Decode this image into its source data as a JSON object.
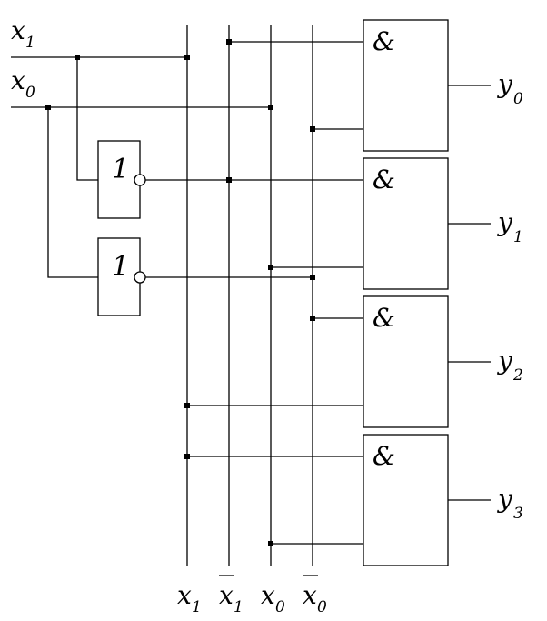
{
  "inputs": {
    "x1": {
      "main": "x",
      "sub": "1"
    },
    "x0": {
      "main": "x",
      "sub": "0"
    }
  },
  "inverters": {
    "symbol": "1"
  },
  "and_gates": {
    "symbol": "&"
  },
  "outputs": [
    {
      "main": "y",
      "sub": "0"
    },
    {
      "main": "y",
      "sub": "1"
    },
    {
      "main": "y",
      "sub": "2"
    },
    {
      "main": "y",
      "sub": "3"
    }
  ],
  "bus_labels": [
    {
      "main": "x",
      "sub": "1",
      "overline": false
    },
    {
      "main": "x",
      "sub": "1",
      "overline": true
    },
    {
      "main": "x",
      "sub": "0",
      "overline": false
    },
    {
      "main": "x",
      "sub": "0",
      "overline": true
    }
  ]
}
